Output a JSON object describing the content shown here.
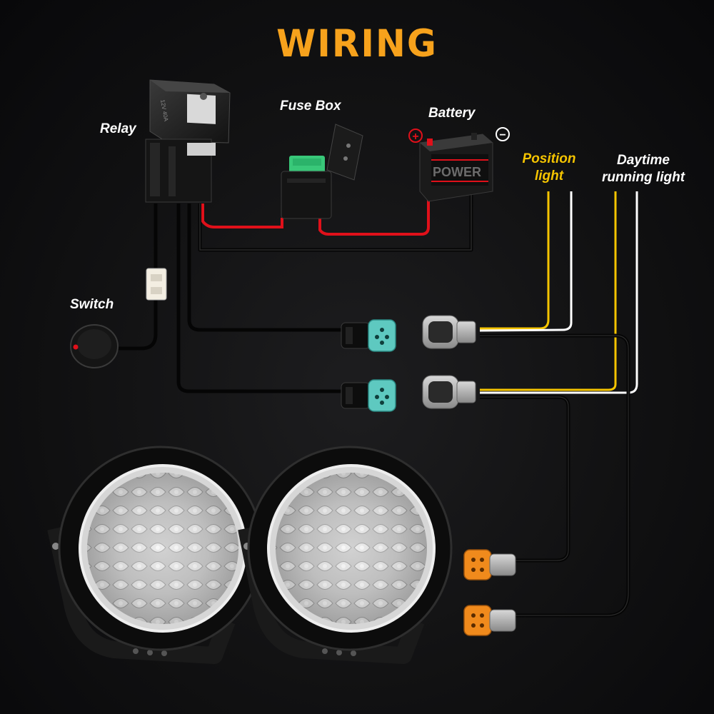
{
  "title": "WIRING",
  "labels": {
    "relay": "Relay",
    "fuse_box": "Fuse Box",
    "battery": "Battery",
    "switch": "Switch",
    "position_light": [
      "Position",
      "light"
    ],
    "daytime_running_light": [
      "Daytime",
      "running light"
    ]
  },
  "battery_text": "POWER",
  "battery_terminals": {
    "positive": "+",
    "negative": "−"
  },
  "colors": {
    "title": "#f7a21c",
    "position_label": "#f5c400",
    "wire_black": "#050505",
    "wire_red": "#e0101a",
    "wire_yellow": "#f5c400",
    "wire_white": "#ffffff",
    "connector_teal": "#5ec9c0",
    "connector_orange": "#f08a1c",
    "fuse_green": "#3ddc84"
  },
  "icons": [
    "relay-icon",
    "fuse-box-icon",
    "battery-icon",
    "switch-icon",
    "connector-icon",
    "led-light-icon"
  ]
}
